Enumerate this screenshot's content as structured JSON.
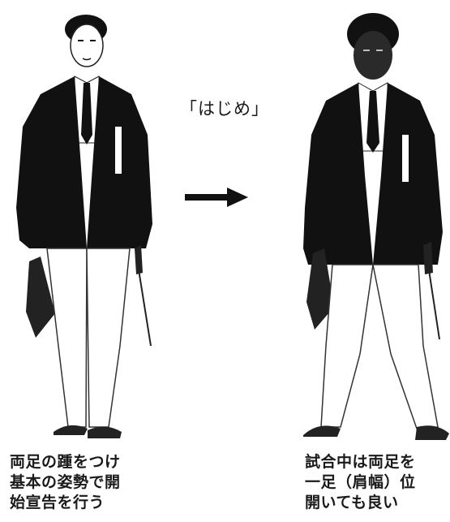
{
  "command_label": "「はじめ」",
  "left_figure": {
    "caption_lines": [
      "両足の踵をつけ",
      "基本の姿勢で開",
      "始宣告を行う"
    ]
  },
  "right_figure": {
    "caption_lines": [
      "試合中は両足を",
      "一足（肩幅）位",
      "開いても良い"
    ]
  },
  "arrow_icon": "right-arrow-icon",
  "colors": {
    "ink": "#111111",
    "paper": "#ffffff"
  }
}
